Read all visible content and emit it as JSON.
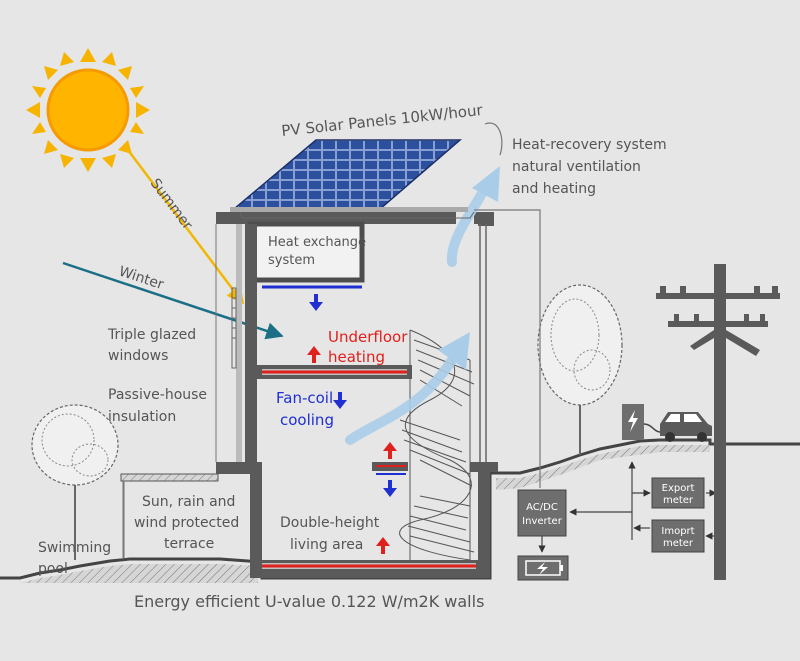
{
  "labels": {
    "pv_panels": "PV Solar Panels 10kW/hour",
    "heat_recovery_1": "Heat-recovery system",
    "heat_recovery_2": "natural ventilation",
    "heat_recovery_3": "and heating",
    "summer": "Summer",
    "winter": "Winter",
    "heat_exchange_1": "Heat exchange",
    "heat_exchange_2": "system",
    "triple_glazed_1": "Triple glazed",
    "triple_glazed_2": "windows",
    "underfloor_1": "Underfloor",
    "underfloor_2": "heating",
    "passive_1": "Passive-house",
    "passive_2": "insulation",
    "fancoil_1": "Fan-coil",
    "fancoil_2": "cooling",
    "terrace_1": "Sun, rain and",
    "terrace_2": "wind protected",
    "terrace_3": "terrace",
    "living_1": "Double-height",
    "living_2": "living area",
    "pool_1": "Swimming",
    "pool_2": "pool",
    "walls": "Energy efficient U-value 0.122 W/m2K walls",
    "inverter_1": "AC/DC",
    "inverter_2": "Inverter",
    "export_1": "Export",
    "export_2": "meter",
    "import_1": "Imoprt",
    "import_2": "meter"
  },
  "icons": [
    "sun-icon",
    "solar-panel-icon",
    "ev-charger-icon",
    "car-icon",
    "battery-icon",
    "utility-pole-icon",
    "tree-icon"
  ],
  "colors": {
    "background": "#e6e6e6",
    "summer_ray": "#f2b705",
    "winter_ray": "#1b6f86",
    "heating": "#e0201c",
    "cooling": "#1f2fd1",
    "air_flow": "#a9cde8",
    "structure": "#4d4d4d",
    "equipment_box": "#6e6e6e"
  }
}
